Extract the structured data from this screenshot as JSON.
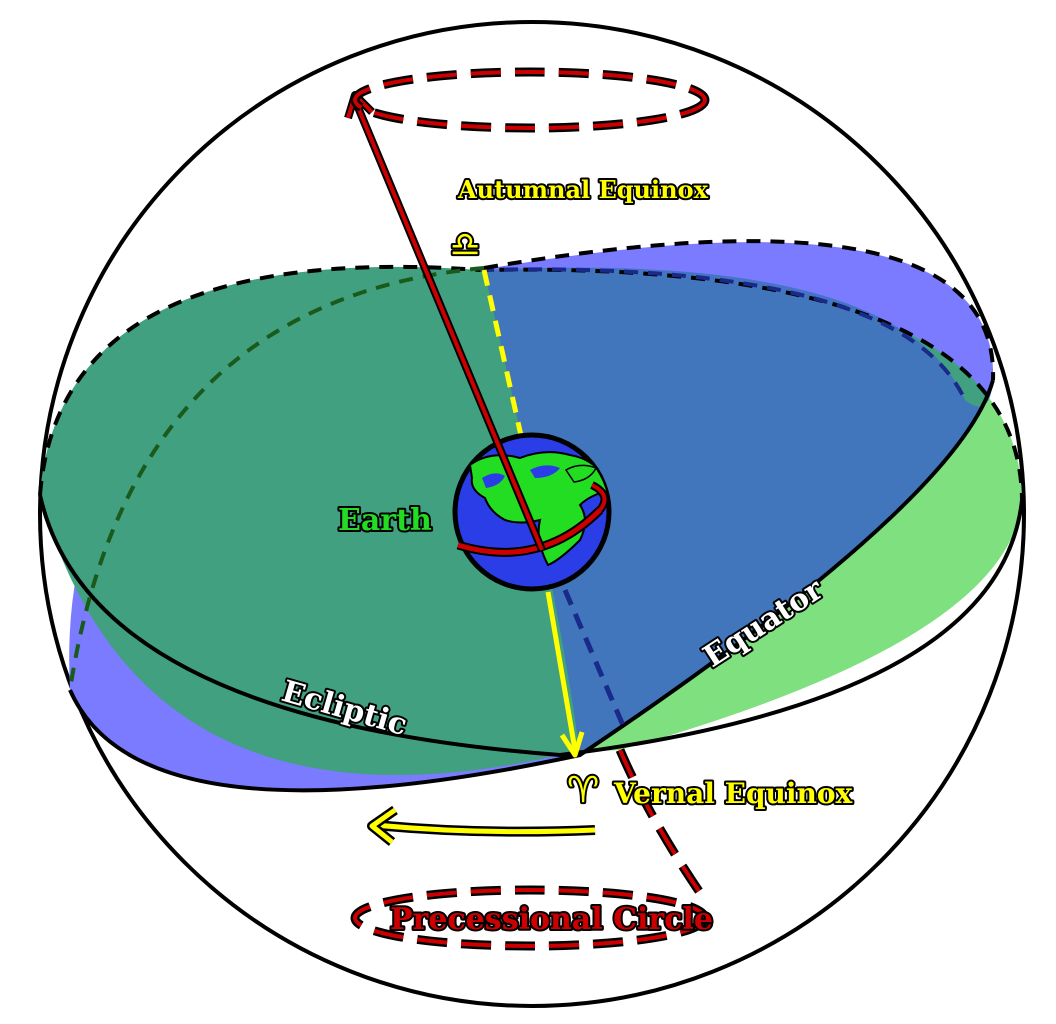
{
  "labels": {
    "autumnal_equinox": "Autumnal Equinox",
    "autumnal_symbol": "♎",
    "earth": "Earth",
    "equator": "Equator",
    "ecliptic": "Ecliptic",
    "vernal_equinox": "Vernal Equinox",
    "vernal_symbol": "♈",
    "precessional_circle": "Precessional Circle"
  },
  "colors": {
    "ecliptic_plane": "#7fe07f",
    "equator_plane": "#7b7bff",
    "overlap": "#41a07f",
    "axis": "#cc0000",
    "equinox_line": "#ffff00",
    "precession": "#cc0000",
    "ocean": "#2a3de6",
    "land": "#22dd22",
    "text_earth": "#22dd22",
    "text_white": "#ffffff",
    "text_yellow": "#ffff00",
    "text_red": "#cc0000"
  },
  "icons": {
    "earth": "earth-globe-icon",
    "precession_arrow": "left-arrow-icon"
  }
}
